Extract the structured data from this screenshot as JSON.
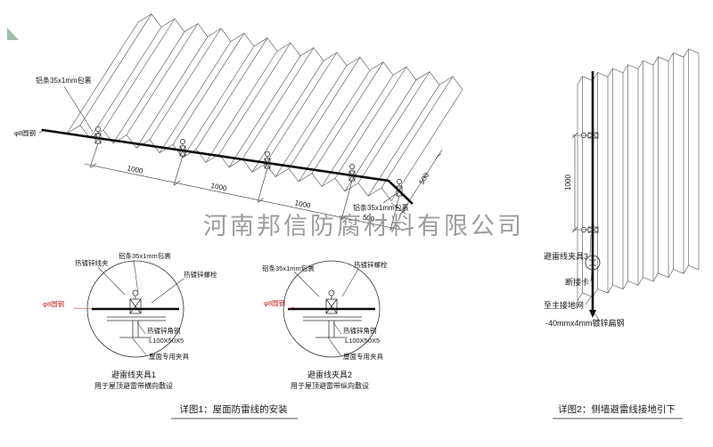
{
  "watermark": "河南邦信防腐材料有限公司",
  "roof": {
    "label_alu_top": "铝条35x1mm包裹",
    "label_rod": "φ8圆钢",
    "label_alu_right": "铝条35x1mm包裹",
    "dim_1000_a": "1000",
    "dim_1000_b": "1000",
    "dim_1000_c": "1000",
    "dim_500": "500",
    "dim_500_side": "500"
  },
  "detail1": {
    "label_wire_clip": "热镀锌线夹",
    "label_alu": "铝条35x1mm包裹",
    "label_bolt": "热镀锌螺栓",
    "label_rod": "φ8圆钢",
    "label_angle": "热镀锌角钢",
    "label_angle_spec": "L100X50X5",
    "label_roof_clamp": "屋面专用夹具",
    "title": "避雷线夹具1",
    "subtitle": "用于屋顶避雷带横向敷设"
  },
  "detail2": {
    "label_alu": "铝条35x1mm包裹",
    "label_bolt": "热镀锌螺栓",
    "label_rod": "φ8圆钢",
    "label_angle": "热镀锌角钢",
    "label_angle_spec": "L100X50X5",
    "label_roof_clamp": "屋面专用夹具",
    "title": "避雷线夹具2",
    "subtitle": "用于屋顶避雷带纵向敷设"
  },
  "wall": {
    "dim_1000": "1000",
    "label_clamp3": "避雷线夹具3",
    "label_breaker": "断接卡",
    "label_to_ground": "至主接地网",
    "label_flat_steel": "-40mmx4mm镀锌扁钢"
  },
  "captions": {
    "detail1": "详图1：屋面防雷线的安装",
    "detail2": "详图2：侧墙避雷线接地引下"
  }
}
